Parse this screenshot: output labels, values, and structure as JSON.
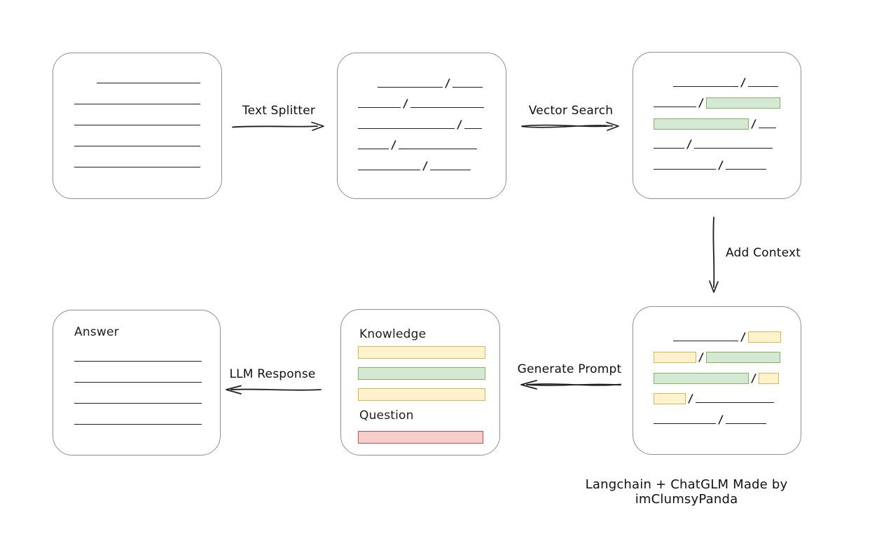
{
  "caption": "Langchain + ChatGLM Made by imClumsyPanda",
  "colors": {
    "green_fill": "#d5e8d4",
    "green_border": "#82b366",
    "yellow_fill": "#fff2cc",
    "yellow_border": "#d6b656",
    "red_fill": "#f8cecc",
    "red_border": "#b85450",
    "line": "#1e1e1e",
    "box_border": "#8f8f8f"
  },
  "arrows": {
    "text_splitter": {
      "label": "Text Splitter",
      "direction": "right"
    },
    "vector_search": {
      "label": "Vector Search",
      "direction": "right"
    },
    "add_context": {
      "label": "Add Context",
      "direction": "down"
    },
    "generate_prompt": {
      "label": "Generate Prompt",
      "direction": "left"
    },
    "llm_response": {
      "label": "LLM Response",
      "direction": "left"
    }
  },
  "boxes": {
    "document": {
      "rows": [
        {
          "indent": 32,
          "cells": [
            [
              "line",
              148
            ]
          ]
        },
        {
          "cells": [
            [
              "line",
              180
            ]
          ]
        },
        {
          "cells": [
            [
              "line",
              180
            ]
          ]
        },
        {
          "cells": [
            [
              "line",
              180
            ]
          ]
        },
        {
          "cells": [
            [
              "line",
              180
            ]
          ]
        }
      ]
    },
    "chunks": {
      "rows": [
        {
          "indent": 28,
          "cells": [
            [
              "line",
              93
            ],
            [
              "slash"
            ],
            [
              "line",
              43
            ]
          ]
        },
        {
          "cells": [
            [
              "line",
              61
            ],
            [
              "slash"
            ],
            [
              "line",
              105
            ]
          ]
        },
        {
          "cells": [
            [
              "line",
              138
            ],
            [
              "slash"
            ],
            [
              "line",
              25
            ]
          ]
        },
        {
          "cells": [
            [
              "line",
              44
            ],
            [
              "slash"
            ],
            [
              "line",
              112
            ]
          ]
        },
        {
          "cells": [
            [
              "line",
              89
            ],
            [
              "slash"
            ],
            [
              "line",
              58
            ]
          ]
        }
      ]
    },
    "matched": {
      "rows": [
        {
          "indent": 28,
          "cells": [
            [
              "line",
              93
            ],
            [
              "slash"
            ],
            [
              "line",
              43
            ]
          ]
        },
        {
          "cells": [
            [
              "line",
              61
            ],
            [
              "slash"
            ],
            [
              "green",
              104
            ]
          ]
        },
        {
          "cells": [
            [
              "green",
              134
            ],
            [
              "slash"
            ],
            [
              "line",
              25
            ]
          ]
        },
        {
          "cells": [
            [
              "line",
              44
            ],
            [
              "slash"
            ],
            [
              "line",
              112
            ]
          ]
        },
        {
          "cells": [
            [
              "line",
              89
            ],
            [
              "slash"
            ],
            [
              "line",
              58
            ]
          ]
        }
      ]
    },
    "context": {
      "rows": [
        {
          "indent": 28,
          "cells": [
            [
              "line",
              93
            ],
            [
              "slash"
            ],
            [
              "yellow",
              45
            ]
          ]
        },
        {
          "cells": [
            [
              "yellow",
              59
            ],
            [
              "slash"
            ],
            [
              "green",
              104
            ]
          ]
        },
        {
          "cells": [
            [
              "green",
              134
            ],
            [
              "slash"
            ],
            [
              "yellow",
              27
            ]
          ]
        },
        {
          "cells": [
            [
              "yellow",
              44
            ],
            [
              "slash"
            ],
            [
              "line",
              112
            ]
          ]
        },
        {
          "cells": [
            [
              "line",
              89
            ],
            [
              "slash"
            ],
            [
              "line",
              58
            ]
          ]
        }
      ]
    },
    "prompt": {
      "knowledge_label": "Knowledge",
      "question_label": "Question",
      "knowledge_rows": [
        {
          "cells": [
            [
              "yellow",
              180
            ]
          ]
        },
        {
          "cells": [
            [
              "green",
              180
            ]
          ]
        },
        {
          "cells": [
            [
              "yellow",
              180
            ]
          ]
        }
      ],
      "question_rows": [
        {
          "cells": [
            [
              "red",
              177
            ]
          ]
        }
      ]
    },
    "answer": {
      "label": "Answer",
      "rows": [
        {
          "cells": [
            [
              "line",
              182
            ]
          ]
        },
        {
          "cells": [
            [
              "line",
              182
            ]
          ]
        },
        {
          "cells": [
            [
              "line",
              182
            ]
          ]
        },
        {
          "cells": [
            [
              "line",
              182
            ]
          ]
        }
      ]
    }
  }
}
